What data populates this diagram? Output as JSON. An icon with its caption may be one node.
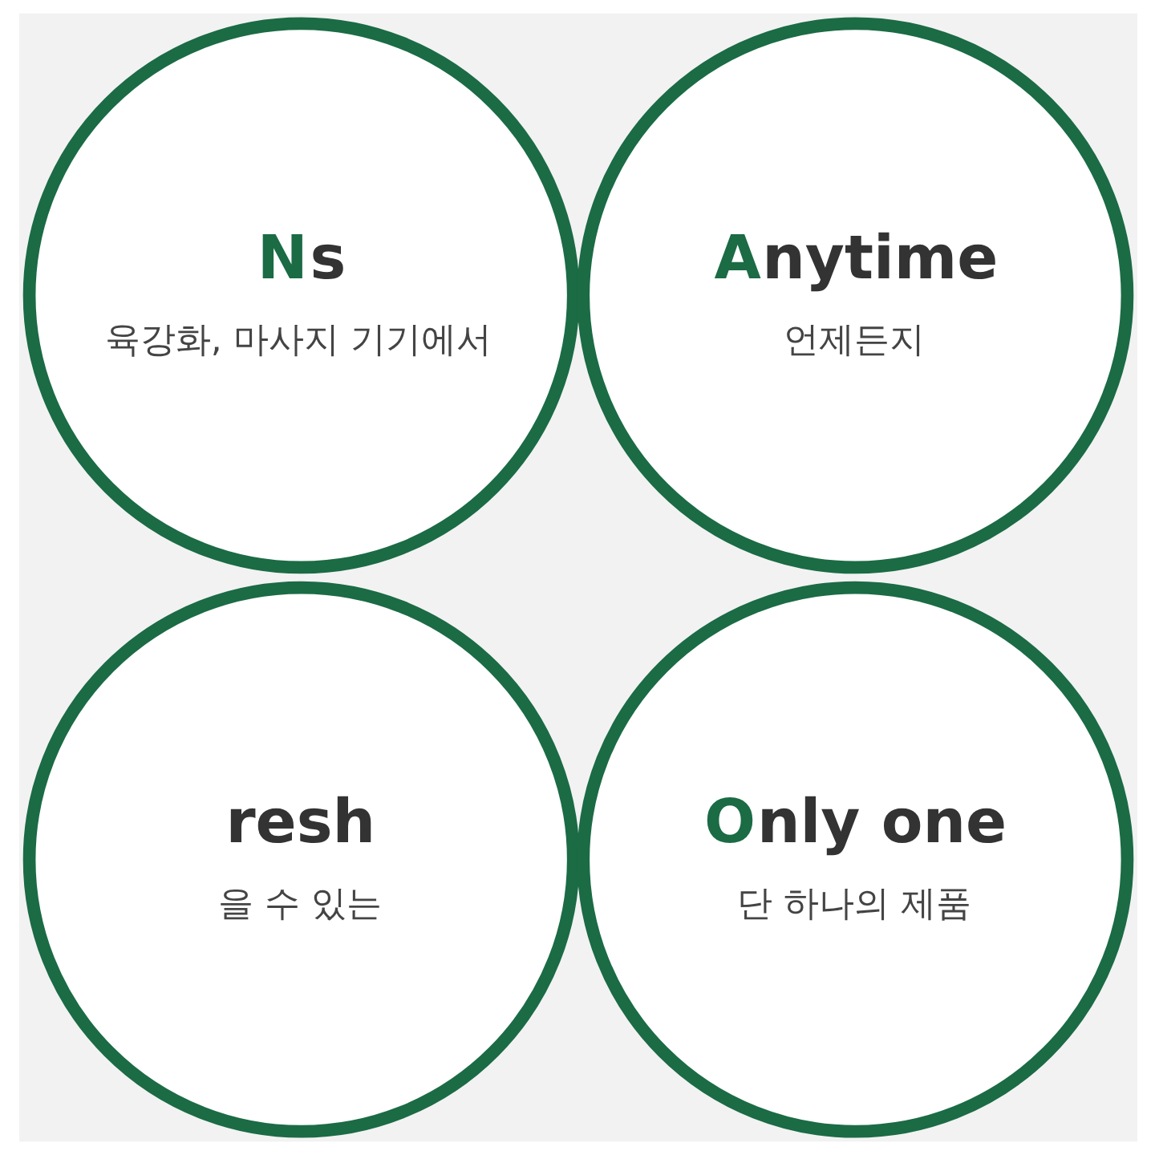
{
  "diagram": {
    "nodes": [
      {
        "text": [
          "Ns",
          "육강화, 마사지 기기에서"
        ]
      },
      {
        "text": [
          "Anytime",
          "언제든지"
        ]
      },
      {
        "text": [
          "resh",
          "을 수 있는"
        ]
      },
      {
        "text": [
          "Only one",
          "단 하나의 제품"
        ]
      }
    ]
  }
}
